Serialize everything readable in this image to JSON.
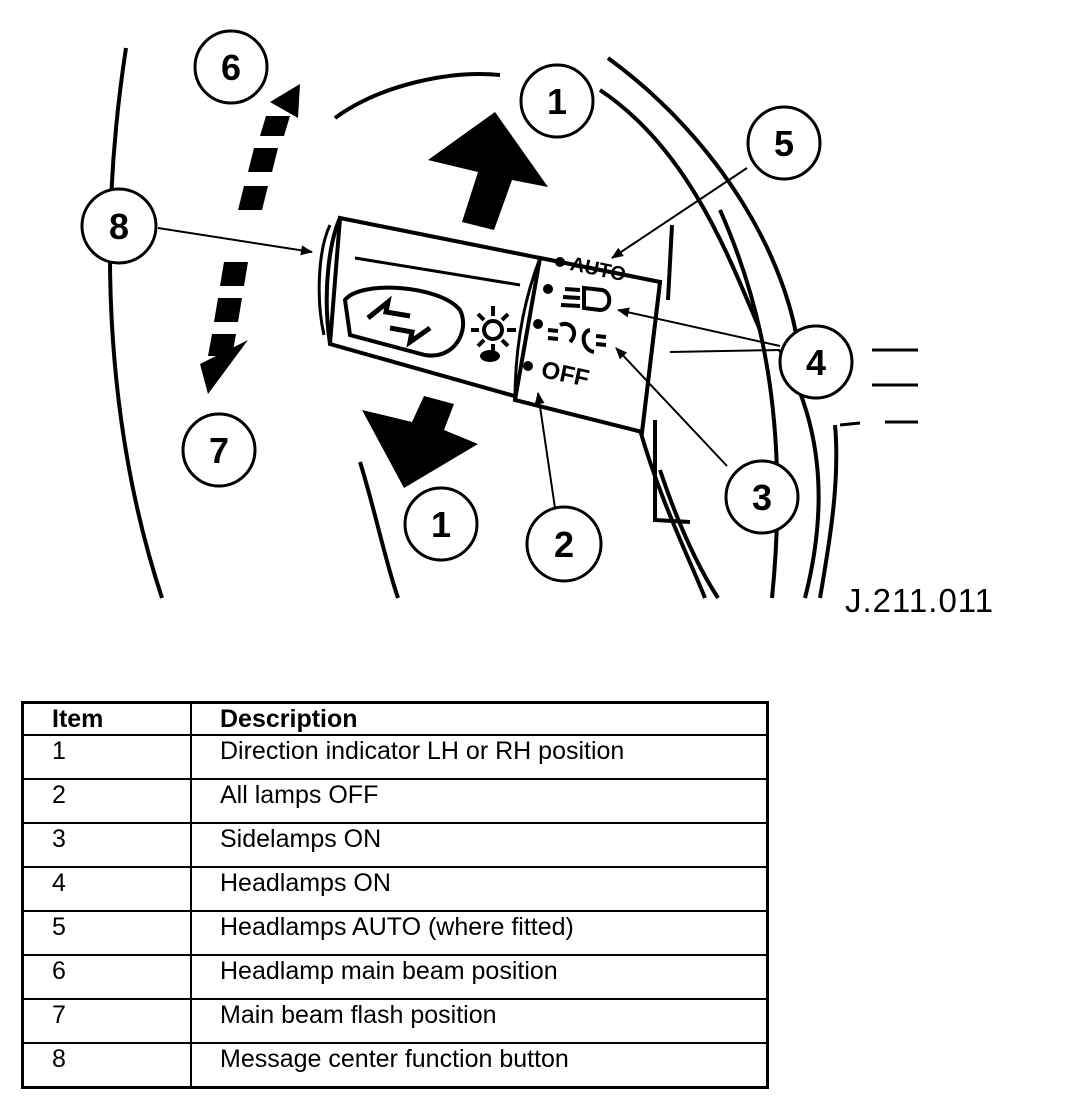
{
  "diagram": {
    "callouts": [
      "1",
      "1",
      "2",
      "3",
      "4",
      "5",
      "6",
      "7",
      "8"
    ],
    "switch_labels": {
      "auto": "AUTO",
      "off": "OFF"
    },
    "figure_ref": "J.211.011"
  },
  "legend": {
    "headers": [
      "Item",
      "Description"
    ],
    "rows": [
      [
        "1",
        "Direction indicator LH or RH position"
      ],
      [
        "2",
        "All lamps OFF"
      ],
      [
        "3",
        "Sidelamps ON"
      ],
      [
        "4",
        "Headlamps ON"
      ],
      [
        "5",
        "Headlamps AUTO (where fitted)"
      ],
      [
        "6",
        "Headlamp main beam position"
      ],
      [
        "7",
        "Main beam flash position"
      ],
      [
        "8",
        "Message center function button"
      ]
    ]
  }
}
